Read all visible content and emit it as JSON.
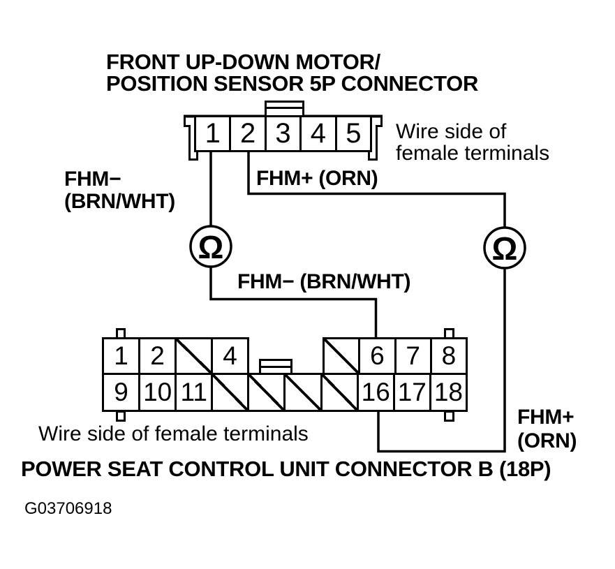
{
  "colors": {
    "ink": "#000000",
    "paper": "#ffffff"
  },
  "figure_id": "G03706918",
  "meters": {
    "ohm_symbol": "Ω"
  },
  "top_connector": {
    "title_line1": "FRONT UP-DOWN MOTOR/",
    "title_line2": "POSITION SENSOR 5P CONNECTOR",
    "side_note_line1": "Wire side of",
    "side_note_line2": "female terminals",
    "pins": [
      "1",
      "2",
      "3",
      "4",
      "5"
    ]
  },
  "bottom_connector": {
    "title": "POWER SEAT CONTROL UNIT CONNECTOR B (18P)",
    "side_note": "Wire side of female terminals",
    "top_left_cells": [
      {
        "label": "1",
        "slashed": false
      },
      {
        "label": "2",
        "slashed": false
      },
      {
        "label": "",
        "slashed": true
      },
      {
        "label": "4",
        "slashed": false
      }
    ],
    "top_right_cells": [
      {
        "label": "",
        "slashed": true
      },
      {
        "label": "6",
        "slashed": false
      },
      {
        "label": "7",
        "slashed": false
      },
      {
        "label": "8",
        "slashed": false
      }
    ],
    "bottom_row_cells": [
      {
        "label": "9",
        "slashed": false
      },
      {
        "label": "10",
        "slashed": false
      },
      {
        "label": "11",
        "slashed": false
      },
      {
        "label": "",
        "slashed": true
      },
      {
        "label": "",
        "slashed": true
      },
      {
        "label": "",
        "slashed": true
      },
      {
        "label": "",
        "slashed": true
      },
      {
        "label": "16",
        "slashed": false
      },
      {
        "label": "17",
        "slashed": false
      },
      {
        "label": "18",
        "slashed": false
      }
    ]
  },
  "wire_labels": {
    "fhm_minus_left_line1": "FHM−",
    "fhm_minus_left_line2": "(BRN/WHT)",
    "fhm_plus_top": "FHM+ (ORN)",
    "fhm_minus_middle": "FHM− (BRN/WHT)",
    "fhm_plus_right_line1": "FHM+",
    "fhm_plus_right_line2": "(ORN)"
  }
}
